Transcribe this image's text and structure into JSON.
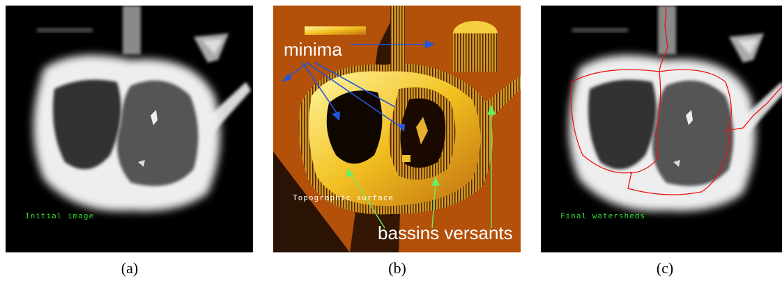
{
  "panels": {
    "a": {
      "image_label": "Initial image",
      "caption": "(a)"
    },
    "b": {
      "image_label": "Topographic surface",
      "caption": "(b)",
      "annotation_minima": "minima",
      "annotation_basins": "bassins versants"
    },
    "c": {
      "image_label": "Final watersheds",
      "caption": "(c)"
    }
  },
  "colors": {
    "label_green": "#33dd33",
    "watershed_red": "#ee1111",
    "minima_arrow": "#2255dd",
    "basin_arrow": "#66ee66",
    "terrain_base": "#b3500a"
  }
}
